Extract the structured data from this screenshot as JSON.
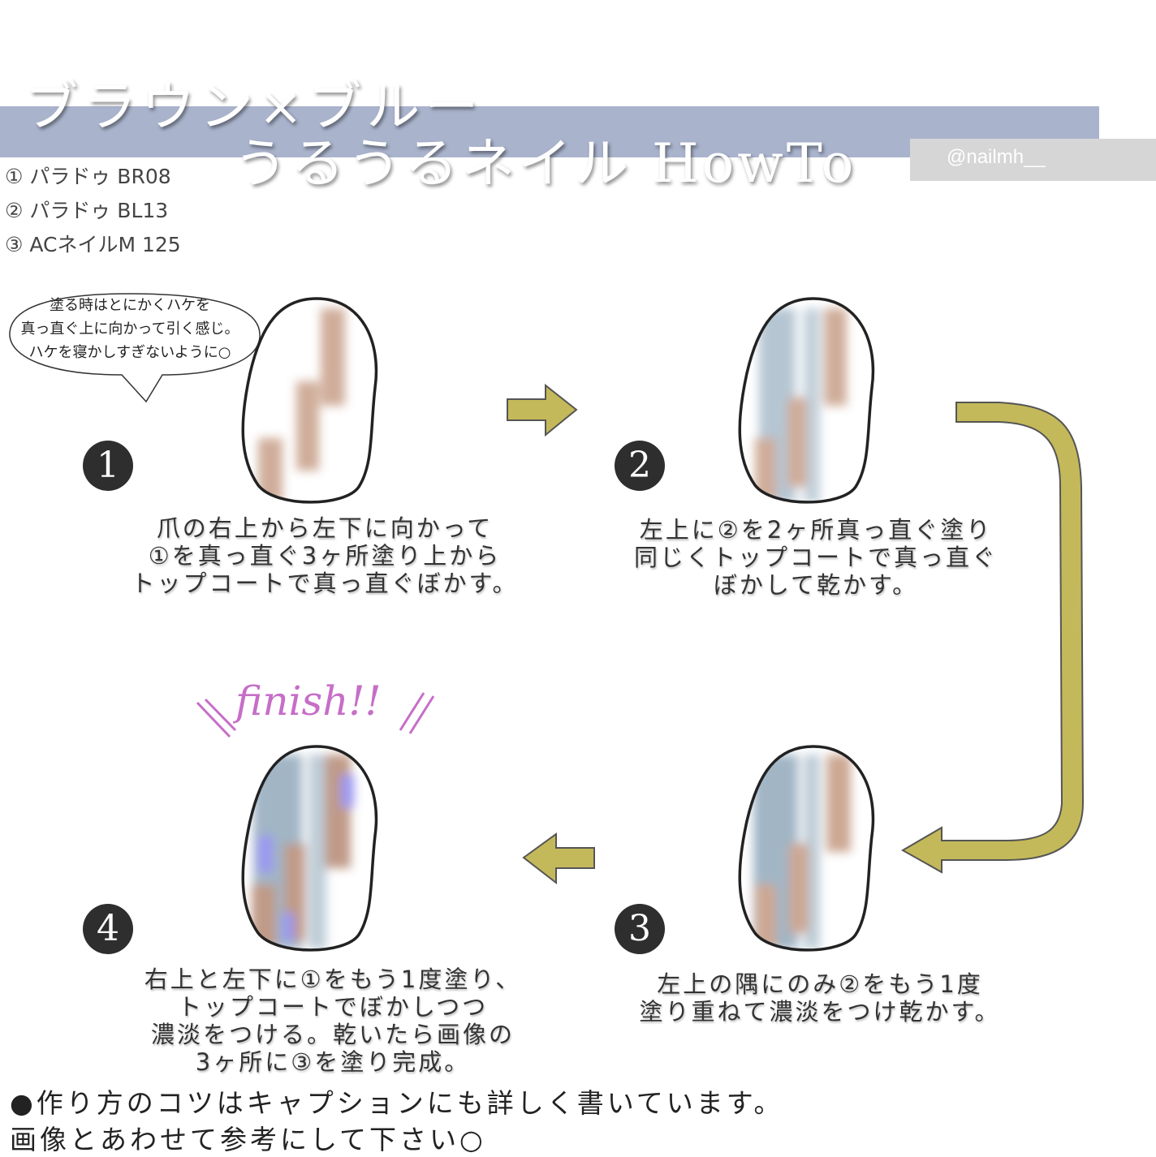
{
  "header": {
    "title_line1": "ブラウン×ブルー",
    "title_line2": "うるうるネイル HowTo",
    "credit": "@nailmh__"
  },
  "materials": [
    "① パラドゥ BR08",
    "② パラドゥ BL13",
    "③ ACネイルM 125"
  ],
  "tip_bubble": [
    "塗る時はとにかくハケを",
    "真っ直ぐ上に向かって引く感じ。",
    "ハケを寝かしすぎないように○"
  ],
  "steps": [
    {
      "number": "1",
      "caption": [
        "爪の右上から左下に向かって",
        "①を真っ直ぐ3ヶ所塗り上から",
        "トップコートで真っ直ぐぼかす。"
      ]
    },
    {
      "number": "2",
      "caption": [
        "左上に②を2ヶ所真っ直ぐ塗り",
        "同じくトップコートで真っ直ぐ",
        "ぼかして乾かす。"
      ]
    },
    {
      "number": "3",
      "caption": [
        "左上の隅にのみ②をもう1度",
        "塗り重ねて濃淡をつけ乾かす。"
      ]
    },
    {
      "number": "4",
      "caption": [
        "右上と左下に①をもう1度塗り、",
        "トップコートでぼかしつつ",
        "濃淡をつける。乾いたら画像の",
        "3ヶ所に③を塗り完成。"
      ]
    }
  ],
  "finish_label": "finish!!",
  "footer_note": [
    "●作り方のコツはキャプションにも詳しく書いています。",
    "画像とあわせて参考にして下さい○"
  ],
  "colors": {
    "title_band": "#a9b3cc",
    "arrow": "#c4b95a",
    "brown": "#c79f88",
    "blue": "#a9bccb",
    "finish": "#c66ec8",
    "badge": "#2e2e2e"
  }
}
